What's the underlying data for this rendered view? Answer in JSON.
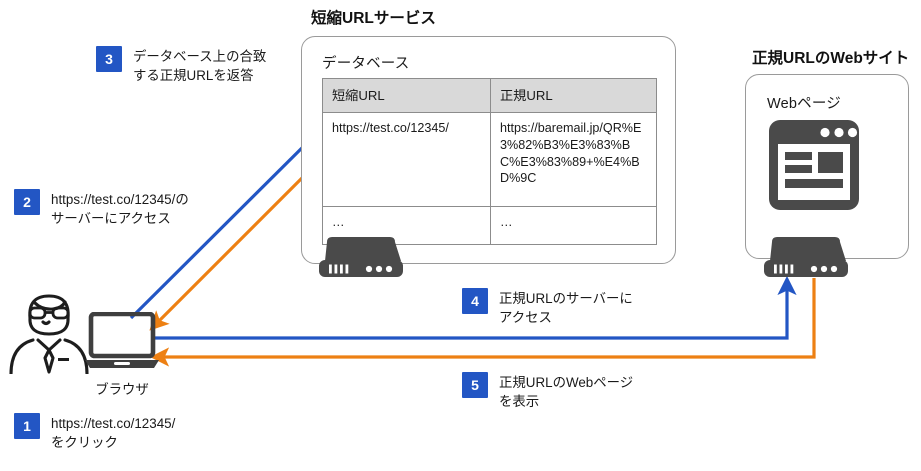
{
  "diagram": {
    "title_service": "短縮URLサービス",
    "title_website": "正規URLのWebサイト",
    "db_panel_label": "データベース",
    "webpage_panel_label": "Webページ",
    "browser_label": "ブラウザ",
    "colors": {
      "blue": "#2356c4",
      "orange": "#ed8013",
      "badge": "#2356c4",
      "panel_border": "#9a9a9a",
      "table_header_bg": "#d9d9d9",
      "icon_dark": "#4a4a4a"
    }
  },
  "table": {
    "headers": [
      "短縮URL",
      "正規URL"
    ],
    "rows": [
      {
        "short_url": "https://test.co/12345/",
        "canonical_url": "https://baremail.jp/QR%E3%82%B3%E3%83%BC%E3%83%89+%E4%BD%9C"
      },
      {
        "short_url": "…",
        "canonical_url": "…"
      }
    ]
  },
  "steps": [
    {
      "number": "1",
      "text": "https://test.co/12345/\nをクリック"
    },
    {
      "number": "2",
      "text": "https://test.co/12345/の\nサーバーにアクセス"
    },
    {
      "number": "3",
      "text": "データベース上の合致\nする正規URLを返答"
    },
    {
      "number": "4",
      "text": "正規URLのサーバーに\nアクセス"
    },
    {
      "number": "5",
      "text": "正規URLのWebページ\nを表示"
    }
  ],
  "icons": {
    "person": "person-icon",
    "laptop": "laptop-icon",
    "server_db": "server-icon",
    "server_web": "server-icon",
    "browser_window": "browser-window-icon"
  }
}
